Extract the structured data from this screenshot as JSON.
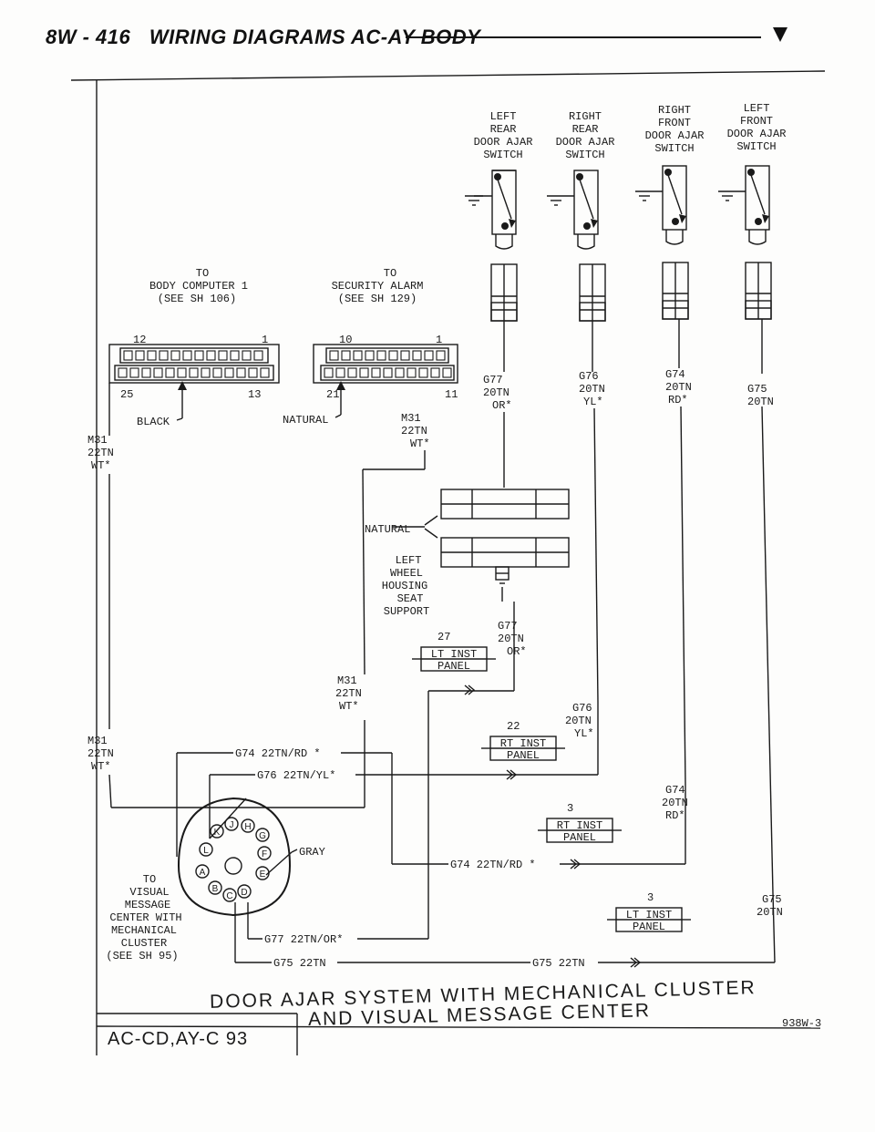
{
  "header": {
    "page_number": "8W - 416",
    "title": "WIRING DIAGRAMS AC-AY BODY"
  },
  "switches": [
    {
      "line1": "LEFT",
      "line2": "REAR",
      "line3": "DOOR AJAR",
      "line4": "SWITCH"
    },
    {
      "line1": "RIGHT",
      "line2": "REAR",
      "line3": "DOOR AJAR",
      "line4": "SWITCH"
    },
    {
      "line1": "RIGHT",
      "line2": "FRONT",
      "line3": "DOOR AJAR",
      "line4": "SWITCH"
    },
    {
      "line1": "LEFT",
      "line2": "FRONT",
      "line3": "DOOR AJAR",
      "line4": "SWITCH"
    }
  ],
  "body_computer": {
    "line1": "TO",
    "line2": "BODY COMPUTER 1",
    "line3": "(SEE SH 106)",
    "pin_top_left": "12",
    "pin_top_right": "1",
    "pin_bottom_left": "25",
    "pin_bottom_right": "13",
    "connector_color": "BLACK"
  },
  "security_alarm": {
    "line1": "TO",
    "line2": "SECURITY ALARM",
    "line3": "(SEE SH 129)",
    "pin_top_left": "10",
    "pin_top_right": "1",
    "pin_bottom_left": "21",
    "pin_bottom_right": "11",
    "connector_color": "NATURAL"
  },
  "wires": {
    "g77": {
      "circuit": "G77",
      "gauge": "20TN",
      "color": "OR*"
    },
    "g76": {
      "circuit": "G76",
      "gauge": "20TN",
      "color": "YL*"
    },
    "g74": {
      "circuit": "G74",
      "gauge": "20TN",
      "color": "RD*"
    },
    "g75": {
      "circuit": "G75",
      "gauge": "20TN"
    },
    "m31": {
      "circuit": "M31",
      "gauge": "22TN",
      "color": "WT*"
    }
  },
  "housing": {
    "connector_color": "NATURAL",
    "line1": "LEFT",
    "line2": "WHEEL",
    "line3": "HOUSING",
    "line4": "SEAT",
    "line5": "SUPPORT"
  },
  "splices": {
    "s27": {
      "number": "27",
      "line1": "LT INST",
      "line2": "PANEL"
    },
    "s22": {
      "number": "22",
      "line1": "RT INST",
      "line2": "PANEL"
    },
    "s3a": {
      "number": "3",
      "line1": "RT INST",
      "line2": "PANEL"
    },
    "s3b": {
      "number": "3",
      "line1": "LT INST",
      "line2": "PANEL"
    }
  },
  "harness_labels": {
    "g74": "G74 22TN/RD *",
    "g76": "G76 22TN/YL*",
    "g74_lower": "G74 22TN/RD *",
    "g77": "G77 22TN/OR*",
    "g75": "G75 22TN",
    "g75_right": "G75 22TN"
  },
  "cluster": {
    "pins": [
      "K",
      "J",
      "H",
      "G",
      "L",
      "F",
      "A",
      "E",
      "B",
      "C",
      "D"
    ],
    "connector_color": "GRAY",
    "line1": "TO",
    "line2": "VISUAL",
    "line3": "MESSAGE",
    "line4": "CENTER WITH",
    "line5": "MECHANICAL",
    "line6": "CLUSTER",
    "line7": "(SEE SH 95)"
  },
  "diagram_title": {
    "line1": "DOOR AJAR SYSTEM WITH MECHANICAL CLUSTER",
    "line2": "AND VISUAL MESSAGE CENTER"
  },
  "footer": {
    "models": "AC-CD,AY-C 93",
    "code": "938W-3"
  }
}
